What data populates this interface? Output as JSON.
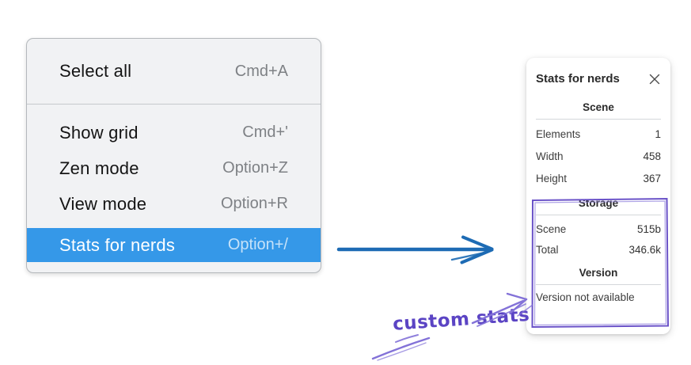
{
  "context_menu": {
    "group1": [
      {
        "label": "Select all",
        "shortcut": "Cmd+A"
      }
    ],
    "group2": [
      {
        "label": "Show grid",
        "shortcut": "Cmd+'"
      },
      {
        "label": "Zen mode",
        "shortcut": "Option+Z"
      },
      {
        "label": "View mode",
        "shortcut": "Option+R"
      },
      {
        "label": "Stats for nerds",
        "shortcut": "Option+/",
        "selected": true
      }
    ]
  },
  "stats_panel": {
    "title": "Stats for nerds",
    "close_icon": "x-icon",
    "scene_section": {
      "heading": "Scene",
      "rows": [
        {
          "label": "Elements",
          "value": "1"
        },
        {
          "label": "Width",
          "value": "458"
        },
        {
          "label": "Height",
          "value": "367"
        }
      ]
    },
    "storage_section": {
      "heading": "Storage",
      "rows": [
        {
          "label": "Scene",
          "value": "515b"
        },
        {
          "label": "Total",
          "value": "346.6k"
        }
      ]
    },
    "version_section": {
      "heading": "Version",
      "note": "Version not available"
    }
  },
  "annotation": {
    "text": "custom stats"
  },
  "colors": {
    "menu_highlight": "#3598e8",
    "menu_background": "#f1f2f4",
    "flow_arrow_blue": "#1d6bb4",
    "annotation_text_purple": "#5b44c4",
    "sketch_stroke_purple": "#8372d8",
    "highlight_rect_purple": "#6a52c8"
  }
}
